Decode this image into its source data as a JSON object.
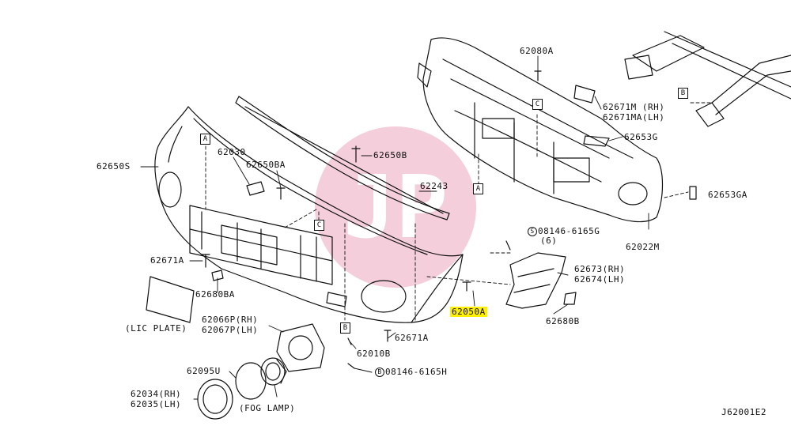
{
  "diagram_id": "J62001E2",
  "labels": {
    "p62650S": "62650S",
    "p62030": "62030",
    "p62650BA": "62650BA",
    "p62650B": "62650B",
    "p62243": "62243",
    "p62080A": "62080A",
    "p62671M": "62671M (RH)",
    "p62671MA": "62671MA(LH)",
    "p62653G": "62653G",
    "p62653GA": "62653GA",
    "p62022M": "62022M",
    "p08146_6165G": "08146-6165G",
    "p08146_6165G_qty": "(6)",
    "p62673": "62673(RH)",
    "p62674": "62674(LH)",
    "p62671A_left": "62671A",
    "p62680BA": "62680BA",
    "p62050A": "62050A",
    "p62680B": "62680B",
    "lic_plate": "(LIC PLATE)",
    "p62066P": "62066P(RH)",
    "p62067P": "62067P(LH)",
    "p62010B": "62010B",
    "p62671A_bottom": "62671A",
    "p08146_6165H": "08146-6165H",
    "p62095U": "62095U",
    "p62034": "62034(RH)",
    "p62035": "62035(LH)",
    "fog_lamp": "(FOG LAMP)"
  },
  "refs": {
    "A": "A",
    "B": "B",
    "C": "C",
    "S": "S"
  },
  "watermark": "JP",
  "colors": {
    "line": "#111111",
    "highlight": "#ffef00",
    "watermark": "#e8a0b4"
  }
}
